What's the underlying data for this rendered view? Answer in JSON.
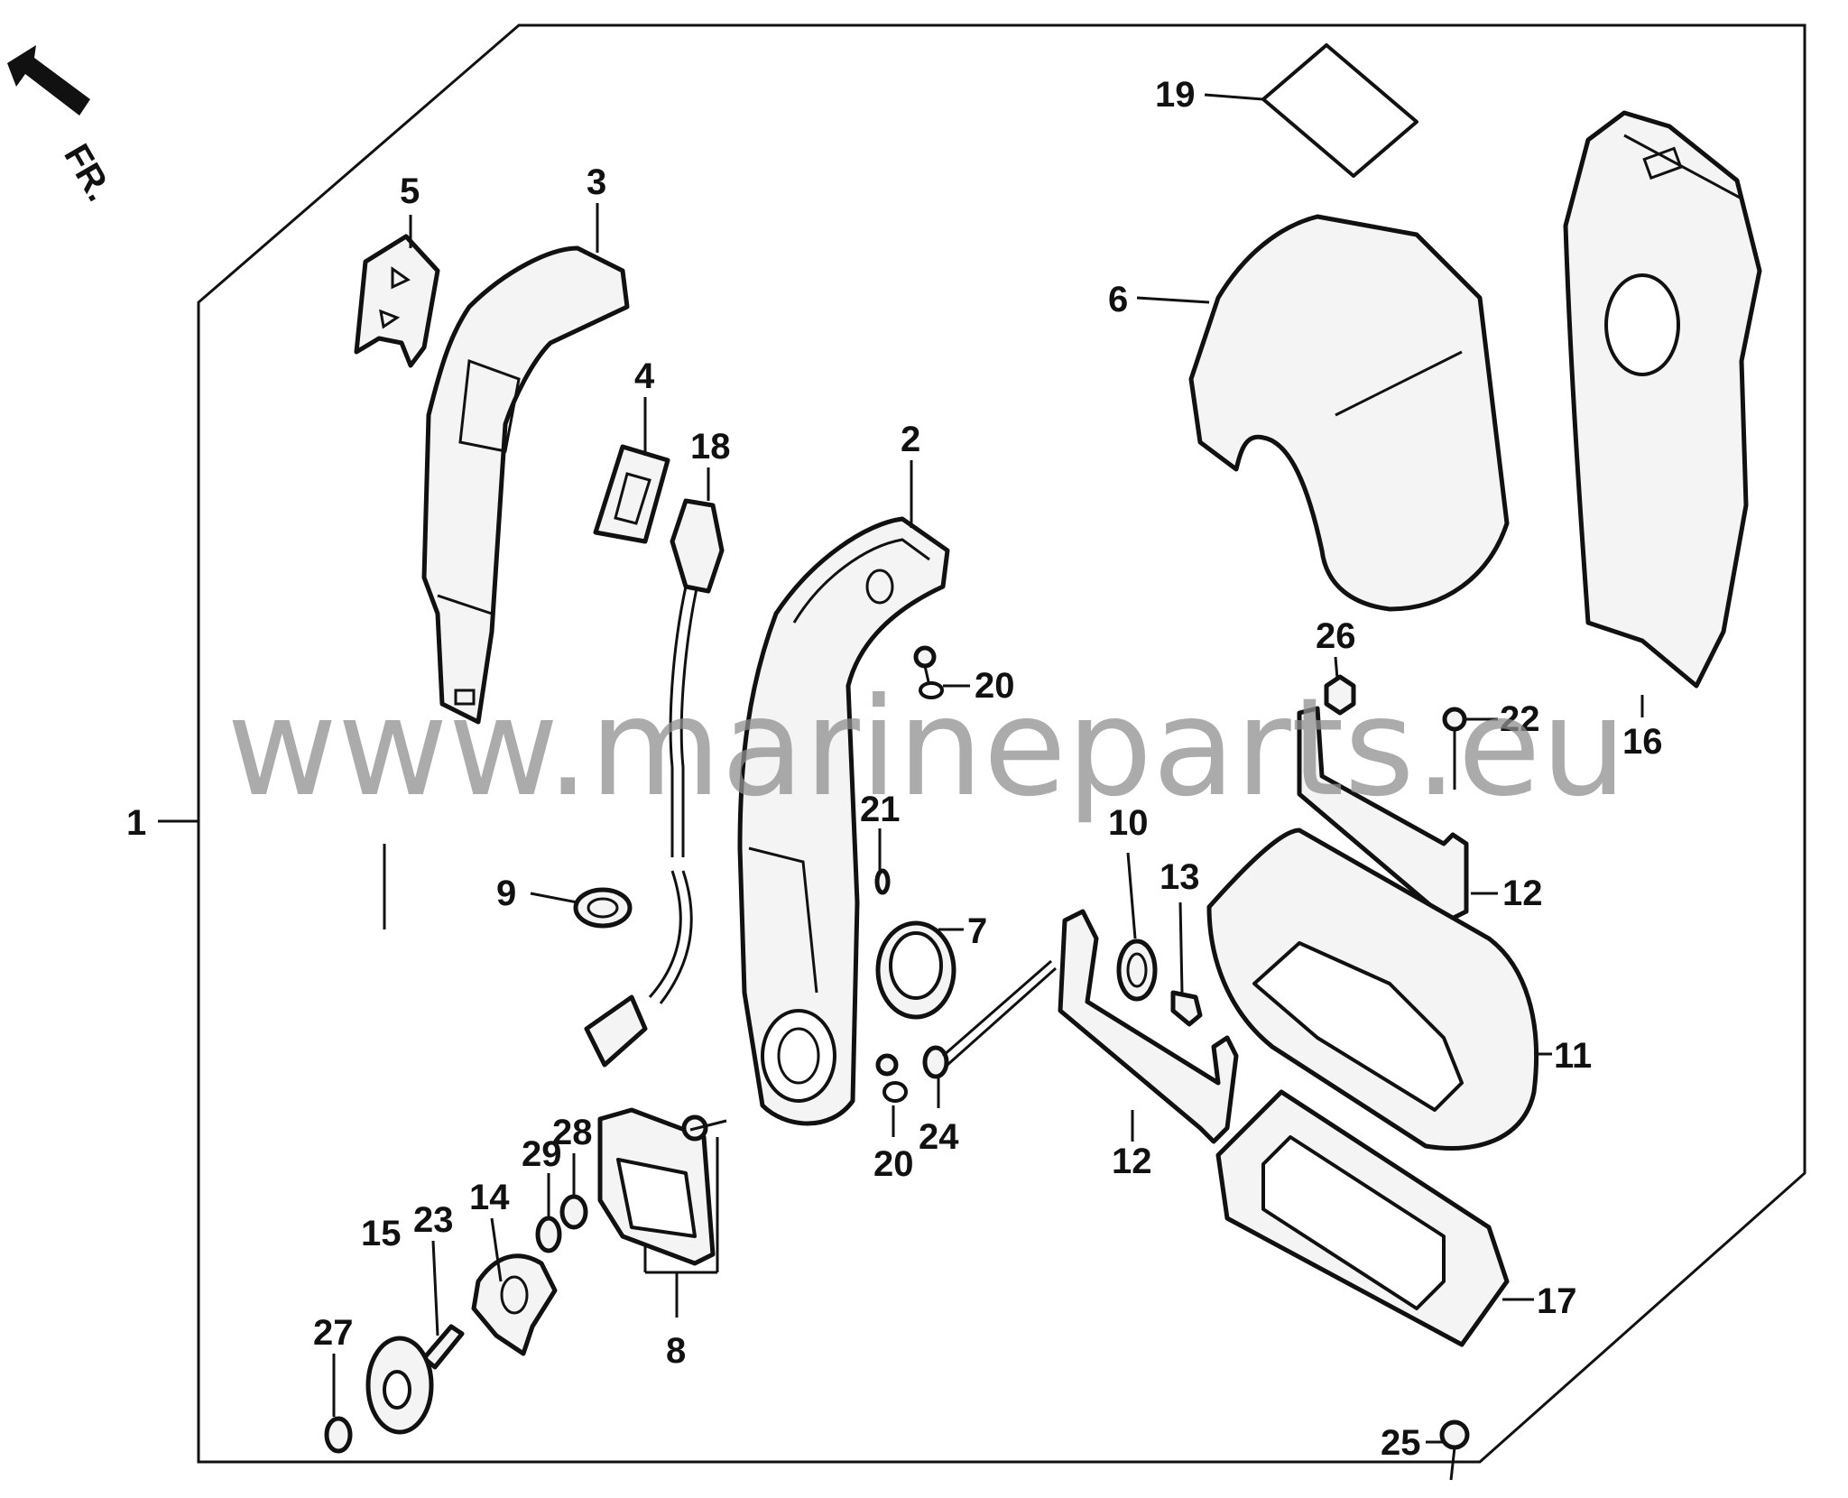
{
  "watermark": "www.marineparts.eu",
  "direction": {
    "label": "FR.",
    "icon": "front-arrow-icon"
  },
  "callouts": [
    "1",
    "2",
    "3",
    "4",
    "5",
    "6",
    "7",
    "8",
    "9",
    "10",
    "11",
    "12",
    "12",
    "13",
    "14",
    "15",
    "16",
    "17",
    "18",
    "19",
    "20",
    "20",
    "21",
    "22",
    "23",
    "24",
    "25",
    "26",
    "27",
    "28",
    "29"
  ]
}
